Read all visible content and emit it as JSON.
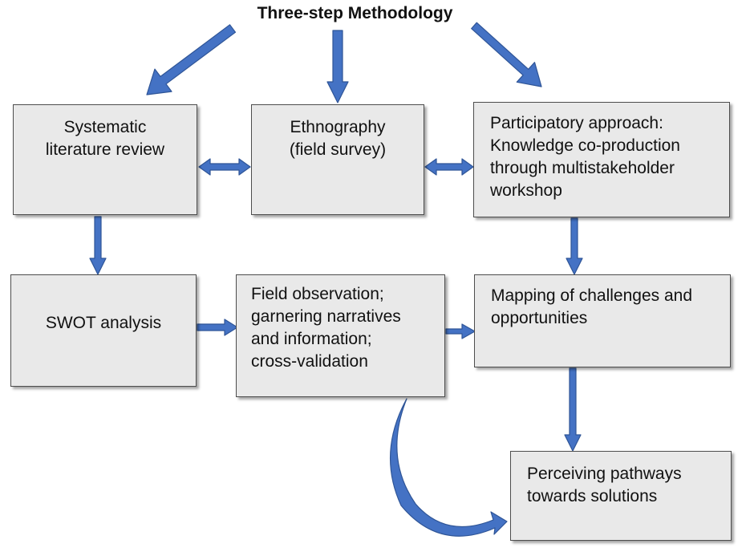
{
  "title": "Three-step Methodology",
  "boxes": {
    "systematic_review": [
      "Systematic",
      "literature review"
    ],
    "ethnography": [
      "Ethnography",
      "(field survey)"
    ],
    "participatory": [
      "Participatory approach:",
      "Knowledge co-production",
      "through multistakeholder",
      "workshop"
    ],
    "swot": [
      "SWOT analysis"
    ],
    "field_observation": [
      "Field observation;",
      "garnering narratives",
      "and information;",
      "cross-validation"
    ],
    "mapping": [
      "Mapping of challenges and",
      "opportunities"
    ],
    "pathways": [
      "Perceiving pathways",
      "towards solutions"
    ]
  },
  "colors": {
    "arrow": "#4472c4",
    "arrow_stroke": "#2f5597",
    "box_fill": "#e9e9e9",
    "box_border": "#4d4d4d"
  }
}
